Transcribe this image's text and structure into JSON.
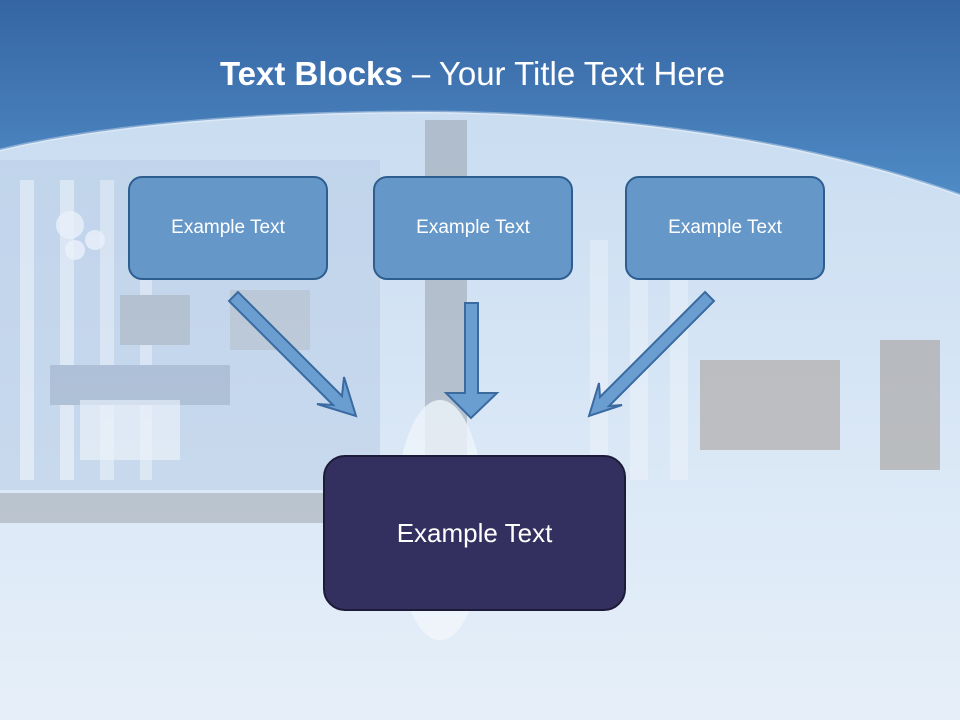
{
  "title": {
    "bold": "Text Blocks",
    "dash": " – ",
    "rest": "Your Title Text Here"
  },
  "blocks": [
    {
      "text": "Example Text"
    },
    {
      "text": "Example Text"
    },
    {
      "text": "Example Text"
    }
  ],
  "result": {
    "text": "Example Text"
  },
  "colors": {
    "header_blue": "#3a72b3",
    "block_fill": "#6598c9",
    "block_border": "#2e5e8f",
    "result_fill": "#33305f",
    "arrow_fill": "#6a9dd0",
    "arrow_stroke": "#3a6aa0"
  }
}
